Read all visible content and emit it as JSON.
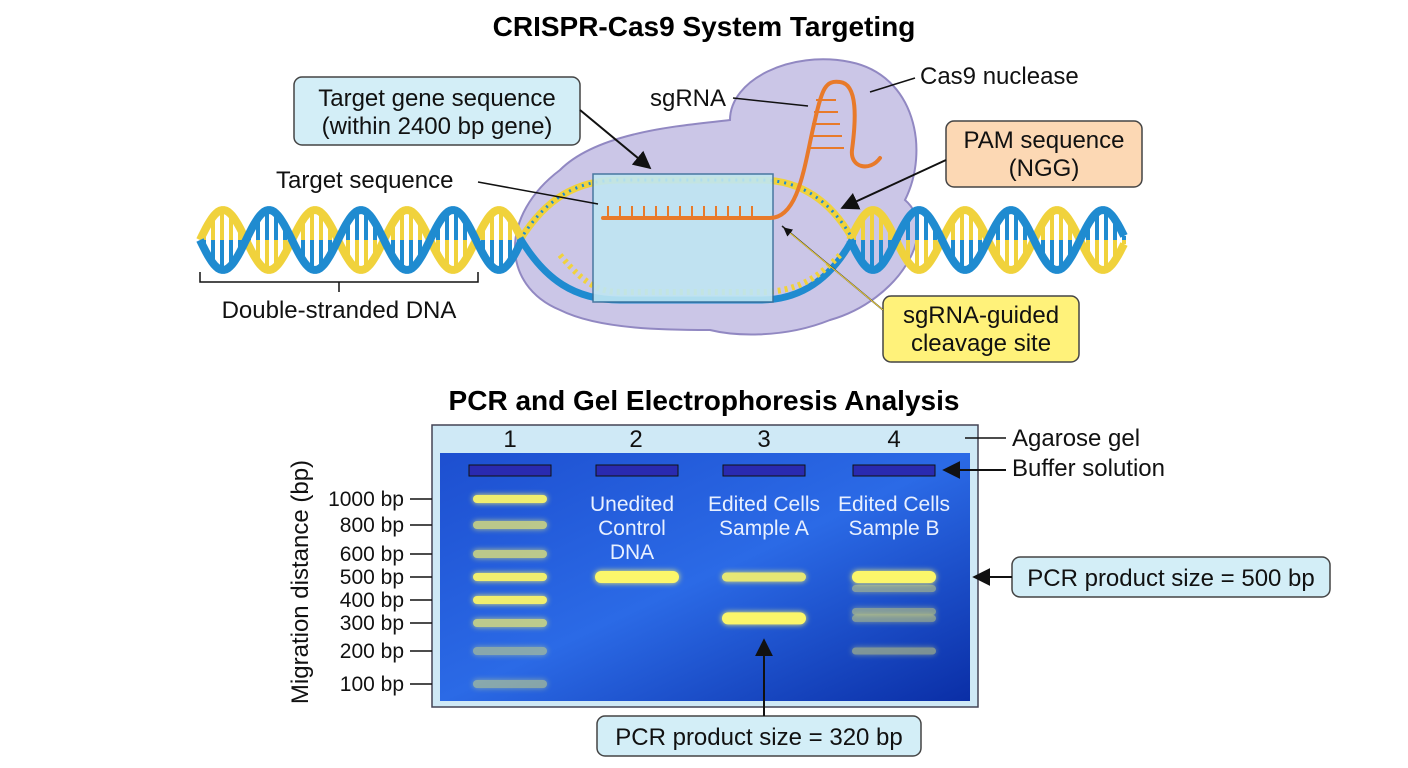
{
  "colors": {
    "cas9_fill": "#c9c3e6",
    "cas9_stroke": "#8c82bf",
    "dna_blue": "#1f8bd0",
    "dna_yellow": "#f0d23c",
    "sgrna_orange": "#e87a2a",
    "target_box": "#bfe6f3",
    "pam_box": "#fcd8b4",
    "cleavage_box": "#fff27a",
    "gel_dark": "#0b2fa5",
    "gel_light": "#2b66e3",
    "band": "#fbf66a",
    "well": "#2a2ab0"
  },
  "diagram": {
    "title": "CRISPR-Cas9 System Targeting",
    "labels": {
      "cas9": "Cas9 nuclease",
      "sgrna": "sgRNA",
      "target_gene_line1": "Target gene sequence",
      "target_gene_line2": "(within 2400 bp gene)",
      "target_sequence": "Target sequence",
      "pam_line1": "PAM sequence",
      "pam_line2": "(NGG)",
      "dsdna": "Double-stranded DNA",
      "cleavage_line1": "sgRNA-guided",
      "cleavage_line2": "cleavage site"
    }
  },
  "gel": {
    "title": "PCR and Gel Electrophoresis Analysis",
    "y_axis_label": "Migration distance (bp)",
    "agarose_label": "Agarose gel",
    "buffer_label": "Buffer solution",
    "lanes": [
      {
        "number": "1",
        "line1": "",
        "line2": "",
        "line3": ""
      },
      {
        "number": "2",
        "line1": "Unedited",
        "line2": "Control",
        "line3": "DNA"
      },
      {
        "number": "3",
        "line1": "Edited Cells",
        "line2": "Sample A",
        "line3": ""
      },
      {
        "number": "4",
        "line1": "Edited Cells",
        "line2": "Sample B",
        "line3": ""
      }
    ],
    "ladder": [
      {
        "label": "1000 bp",
        "bp": 1000
      },
      {
        "label": "800 bp",
        "bp": 800
      },
      {
        "label": "600 bp",
        "bp": 600
      },
      {
        "label": "500 bp",
        "bp": 500
      },
      {
        "label": "400 bp",
        "bp": 400
      },
      {
        "label": "300 bp",
        "bp": 300
      },
      {
        "label": "200 bp",
        "bp": 200
      },
      {
        "label": "100 bp",
        "bp": 100
      }
    ],
    "bands": [
      {
        "lane": 2,
        "bp": 500,
        "intensity": "strong"
      },
      {
        "lane": 3,
        "bp": 500,
        "intensity": "medium"
      },
      {
        "lane": 3,
        "bp": 320,
        "intensity": "strong"
      },
      {
        "lane": 4,
        "bp": 500,
        "intensity": "strong"
      },
      {
        "lane": 4,
        "bp": 450,
        "intensity": "faint"
      },
      {
        "lane": 4,
        "bp": 350,
        "intensity": "faint"
      },
      {
        "lane": 4,
        "bp": 320,
        "intensity": "faint"
      },
      {
        "lane": 4,
        "bp": 200,
        "intensity": "faint"
      }
    ],
    "callout_500": "PCR product size = 500 bp",
    "callout_320": "PCR product size = 320 bp"
  }
}
